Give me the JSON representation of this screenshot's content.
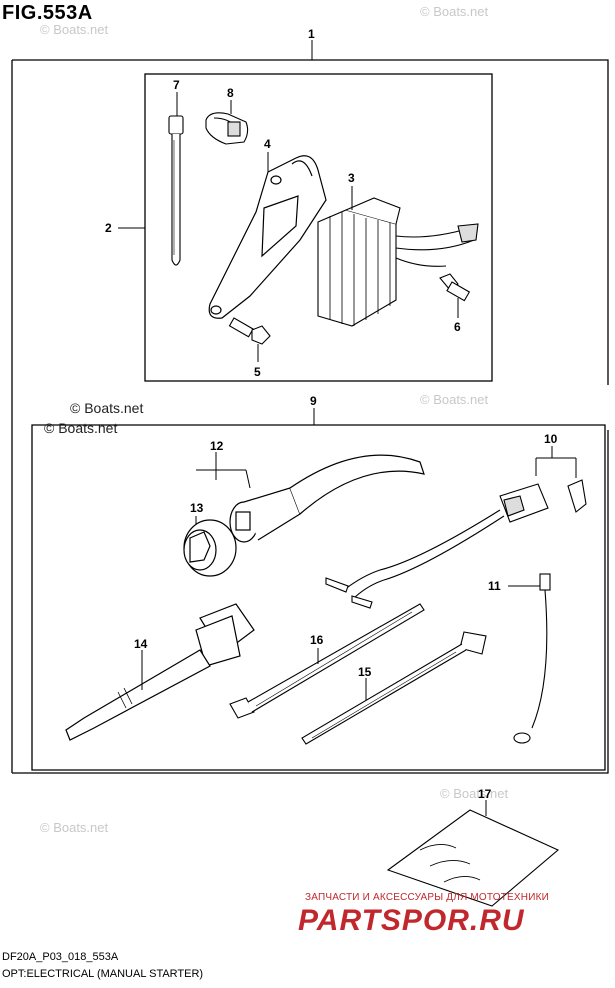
{
  "figure": {
    "title": "FIG.553A",
    "code": "DF20A_P03_018_553A",
    "description": "OPT:ELECTRICAL (MANUAL STARTER)"
  },
  "callouts": {
    "c1": "1",
    "c2": "2",
    "c3": "3",
    "c4": "4",
    "c5": "5",
    "c6": "6",
    "c7": "7",
    "c8": "8",
    "c9": "9",
    "c10": "10",
    "c11": "11",
    "c12": "12",
    "c13": "13",
    "c14": "14",
    "c15": "15",
    "c16": "16",
    "c17": "17"
  },
  "watermarks": {
    "boats": "© Boats.net"
  },
  "branding": {
    "tagline": "ЗАПЧАСТИ И АКСЕССУАРЫ ДЛЯ МОТОТЕХНИКИ",
    "site": "PARTSPOR.RU",
    "color": "#c0282d"
  }
}
